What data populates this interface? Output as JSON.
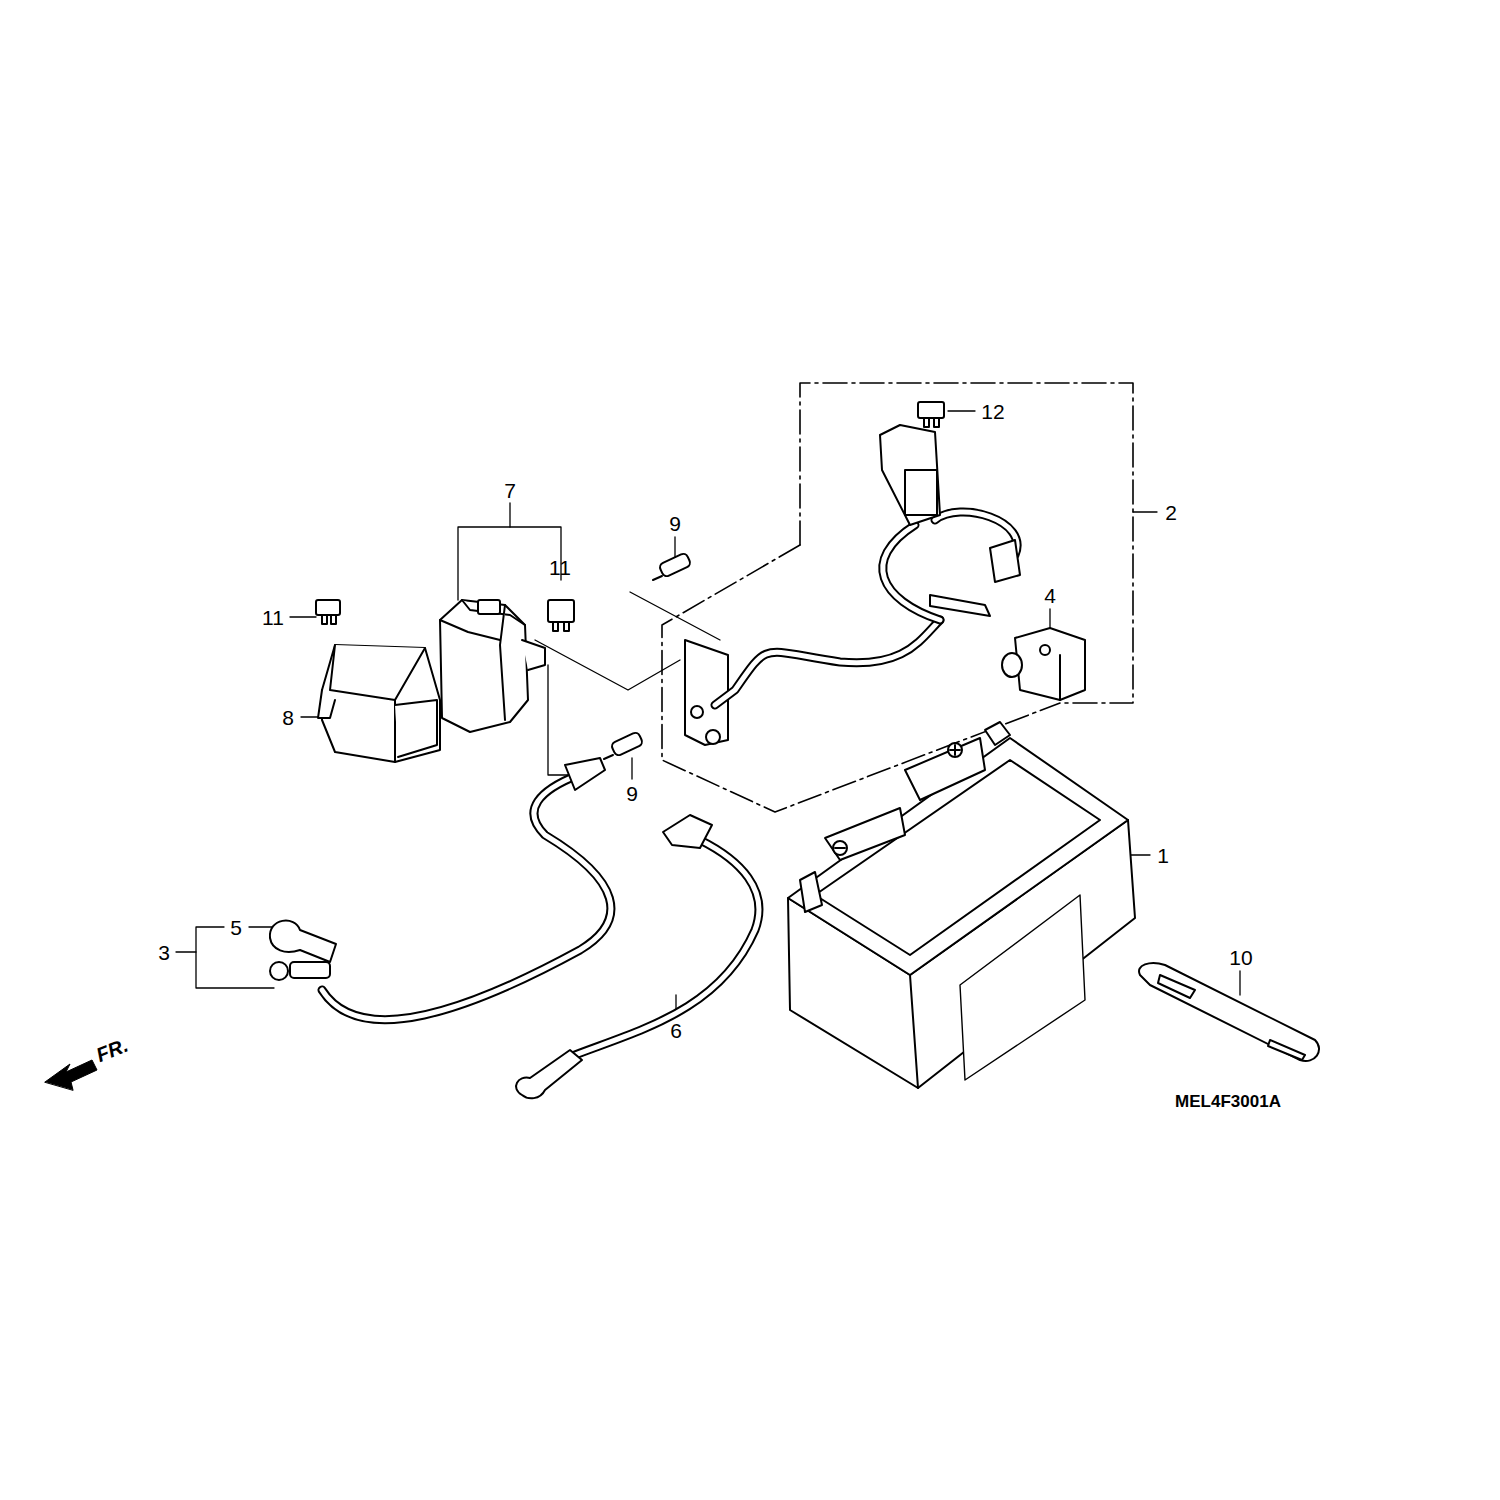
{
  "diagram": {
    "labels": [
      "12",
      "7",
      "9",
      "11",
      "2",
      "11",
      "4",
      "8",
      "9",
      "1",
      "5",
      "3",
      "10",
      "6",
      "FR.",
      "MEL4F3001A"
    ]
  }
}
